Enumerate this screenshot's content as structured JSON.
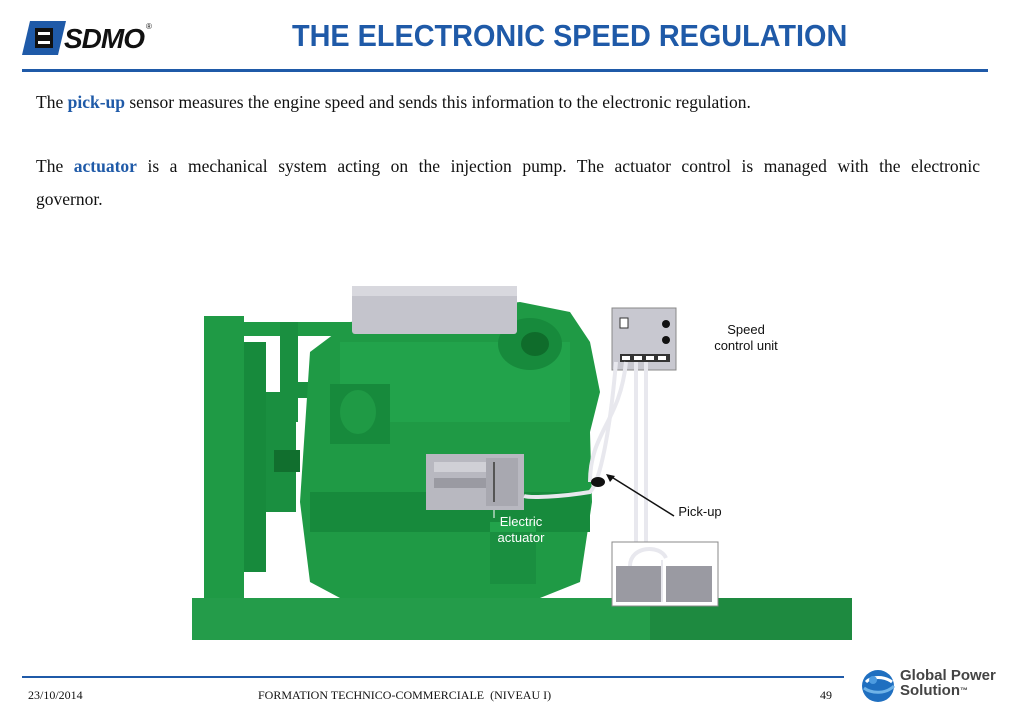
{
  "header": {
    "logo_text": "SDMO",
    "logo_mark": "®",
    "title": "THE ELECTRONIC SPEED REGULATION"
  },
  "body": {
    "p1": {
      "before": "The ",
      "keyword": "pick-up",
      "after": " sensor measures the engine speed and sends this information to the electronic regulation."
    },
    "p2": {
      "before": "The ",
      "keyword": "actuator",
      "after": " is a mechanical system acting on the injection pump. The actuator control is managed with the electronic governor."
    }
  },
  "diagram": {
    "labels": {
      "speed_control_line1": "Speed",
      "speed_control_line2": "control unit",
      "pickup": "Pick-up",
      "actuator_line1": "Electric",
      "actuator_line2": "actuator"
    },
    "colors": {
      "engine_green": "#1f9a45",
      "engine_dark": "#147a35",
      "base_green": "#249c4a",
      "gray": "#b8b8c0"
    }
  },
  "footer": {
    "date": "23/10/2014",
    "course": "FORMATION TECHNICO-COMMERCIALE  (NIVEAU I)",
    "page": "49",
    "brand_line1": "Global Power",
    "brand_line2": "Solution",
    "brand_tm": "™"
  },
  "colors": {
    "accent_blue": "#1f5aa8"
  }
}
